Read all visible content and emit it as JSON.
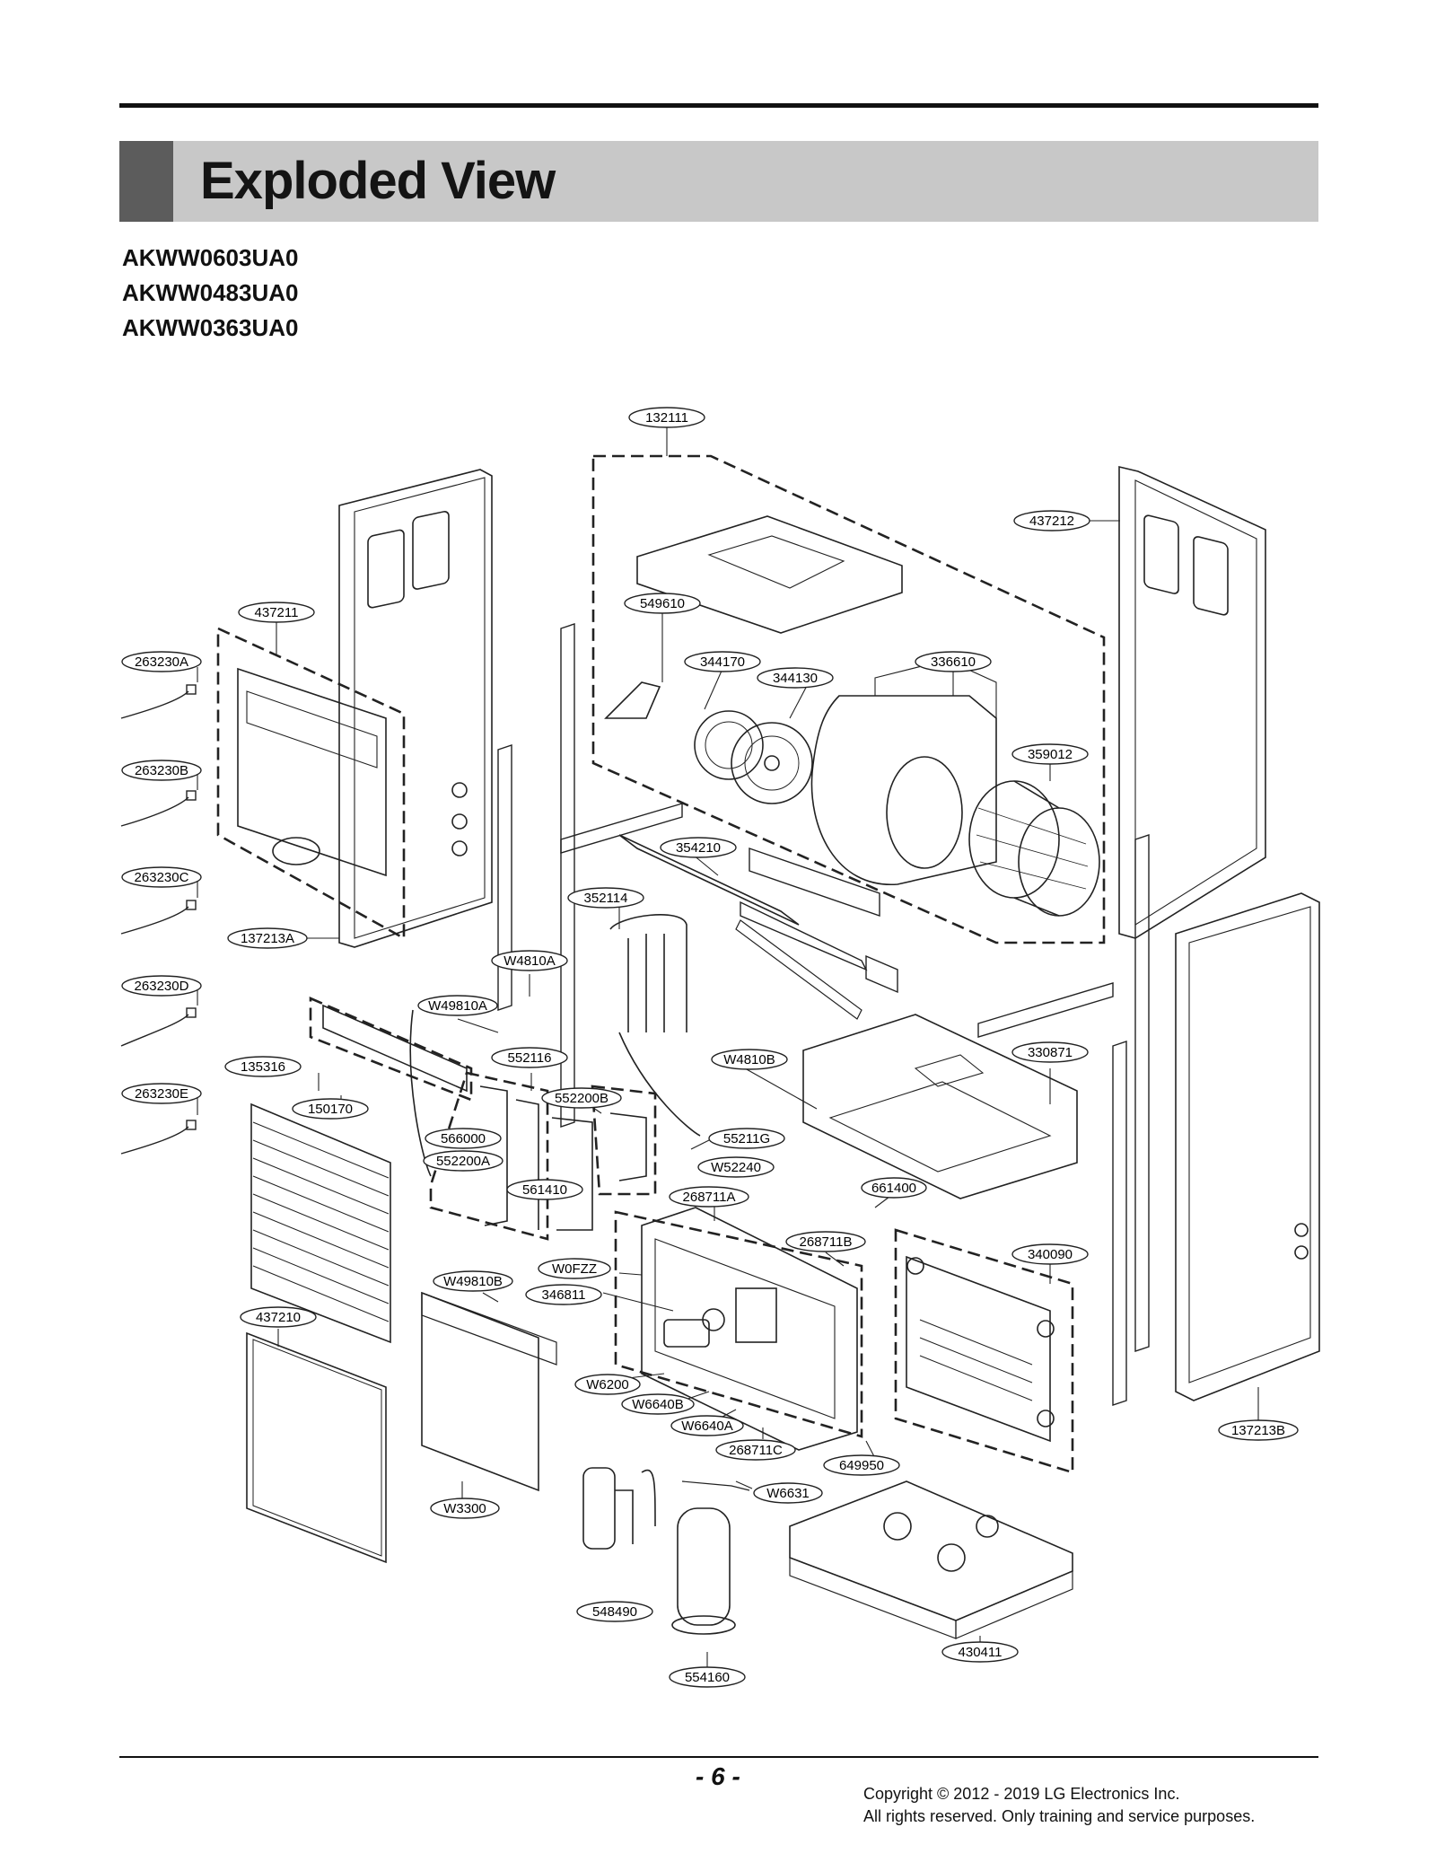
{
  "header": {
    "title": "Exploded View"
  },
  "models": [
    "AKWW0603UA0",
    "AKWW0483UA0",
    "AKWW0363UA0"
  ],
  "callouts": [
    "132111",
    "437212",
    "437211",
    "549610",
    "344170",
    "344130",
    "336610",
    "359012",
    "263230A",
    "263230B",
    "263230C",
    "263230D",
    "263230E",
    "354210",
    "352114",
    "137213A",
    "W4810A",
    "W49810A",
    "552116",
    "135316",
    "150170",
    "552200B",
    "W4810B",
    "330871",
    "566000",
    "552200A",
    "55211G",
    "W52240",
    "561410",
    "268711A",
    "661400",
    "268711B",
    "340090",
    "W0FZZ",
    "W49810B",
    "346811",
    "437210",
    "W6200",
    "W6640B",
    "W6640A",
    "268711C",
    "649950",
    "137213B",
    "W6631",
    "W3300",
    "548490",
    "430411",
    "554160"
  ],
  "footer": {
    "page": "- 6 -",
    "copyright_line1": "Copyright © 2012 - 2019 LG Electronics Inc.",
    "copyright_line2": "All rights reserved. Only training and service purposes."
  }
}
